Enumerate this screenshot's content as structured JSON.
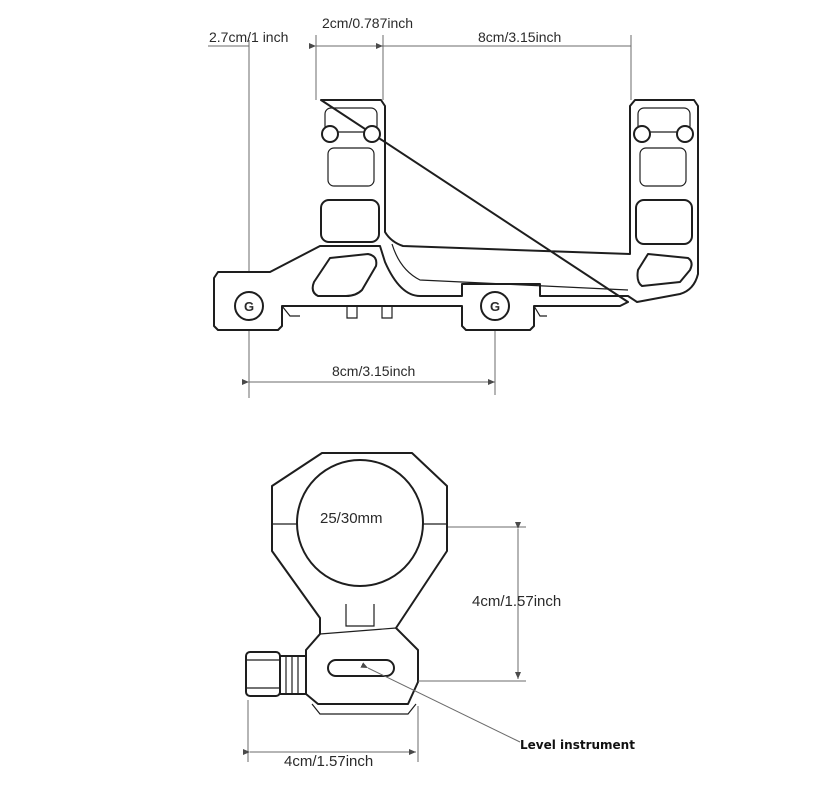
{
  "top_view": {
    "dim_ring_offset": "2.7cm/1 inch",
    "dim_ring_width": "2cm/0.787inch",
    "dim_ring_spacing": "8cm/3.15inch",
    "dim_clamp_spacing": "8cm/3.15inch",
    "clamp_logo_left": "G",
    "clamp_logo_right": "G"
  },
  "front_view": {
    "dim_bore": "25/30mm",
    "dim_height": "4cm/1.57inch",
    "dim_base_width": "4cm/1.57inch",
    "callout_level": "Level instrument"
  }
}
